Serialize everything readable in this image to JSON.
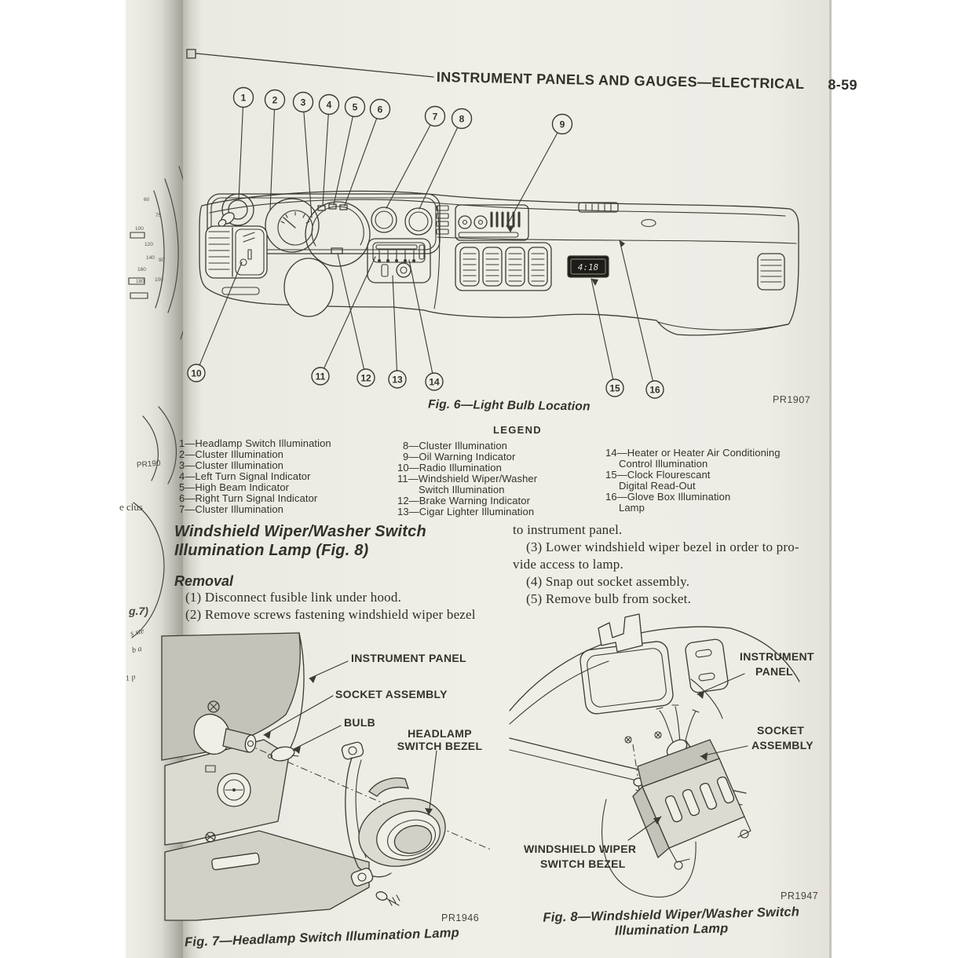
{
  "header": {
    "title": "INSTRUMENT PANELS AND GAUGES—ELECTRICAL",
    "page_number": "8-59"
  },
  "left_page": {
    "fragments": {
      "ref": "PR190",
      "a": "e clus",
      "b": "g.7)",
      "c": "s ste",
      "d": "b a",
      "e": "1 p"
    },
    "speedo_numbers": [
      "60",
      "100",
      "120",
      "140",
      "160",
      "180",
      "75",
      "90",
      "100"
    ]
  },
  "figure6": {
    "caption": "Fig. 6—Light Bulb Location",
    "ref_code": "PR1907",
    "clock_display": "4:18",
    "callouts": [
      "1",
      "2",
      "3",
      "4",
      "5",
      "6",
      "7",
      "8",
      "9",
      "10",
      "11",
      "12",
      "13",
      "14",
      "15",
      "16"
    ],
    "legend": {
      "title": "LEGEND",
      "col1": [
        "1—Headlamp Switch Illumination",
        "2—Cluster Illumination",
        "3—Cluster Illumination",
        "4—Left Turn Signal Indicator",
        "5—High Beam Indicator",
        "6—Right Turn Signal Indicator",
        "7—Cluster Illumination"
      ],
      "col2": [
        "8—Cluster Illumination",
        "9—Oil Warning Indicator",
        "10—Radio Illumination",
        "11—Windshield Wiper/Washer",
        "Switch Illumination",
        "12—Brake Warning Indicator",
        "13—Cigar Lighter Illumination"
      ],
      "col3": [
        "14—Heater or Heater Air Conditioning",
        "Control Illumination",
        "15—Clock Flourescant",
        "Digital Read-Out",
        "16—Glove Box Illumination",
        "Lamp"
      ]
    }
  },
  "article": {
    "heading_line1": "Windshield Wiper/Washer Switch",
    "heading_line2": "Illumination Lamp (Fig. 8)",
    "removal_heading": "Removal",
    "step1": "(1)  Disconnect fusible link under hood.",
    "step2": "(2)  Remove screws fastening windshield wiper bezel",
    "cont_line": "to instrument panel.",
    "step3a": "(3)  Lower windshield wiper bezel in order to pro-",
    "step3b": "vide access to lamp.",
    "step4": "(4)  Snap out socket assembly.",
    "step5": "(5)  Remove bulb from socket."
  },
  "figure7": {
    "ref_code": "PR1946",
    "caption": "Fig. 7—Headlamp Switch Illumination Lamp",
    "labels": {
      "instrument_panel": "INSTRUMENT PANEL",
      "socket_assembly": "SOCKET ASSEMBLY",
      "bulb": "BULB",
      "bezel_line1": "HEADLAMP",
      "bezel_line2": "SWITCH BEZEL"
    }
  },
  "figure8": {
    "ref_code": "PR1947",
    "caption_line1": "Fig. 8—Windshield Wiper/Washer Switch",
    "caption_line2": "Illumination Lamp",
    "labels": {
      "instrument_panel_line1": "INSTRUMENT",
      "instrument_panel_line2": "PANEL",
      "socket_line1": "SOCKET",
      "socket_line2": "ASSEMBLY",
      "bezel_line1": "WINDSHIELD WIPER",
      "bezel_line2": "SWITCH BEZEL"
    }
  },
  "colors": {
    "paper": "#efeee7",
    "ink": "#3c3a32",
    "clock_bg": "#1d1c18",
    "clock_text": "#dcdbce"
  }
}
